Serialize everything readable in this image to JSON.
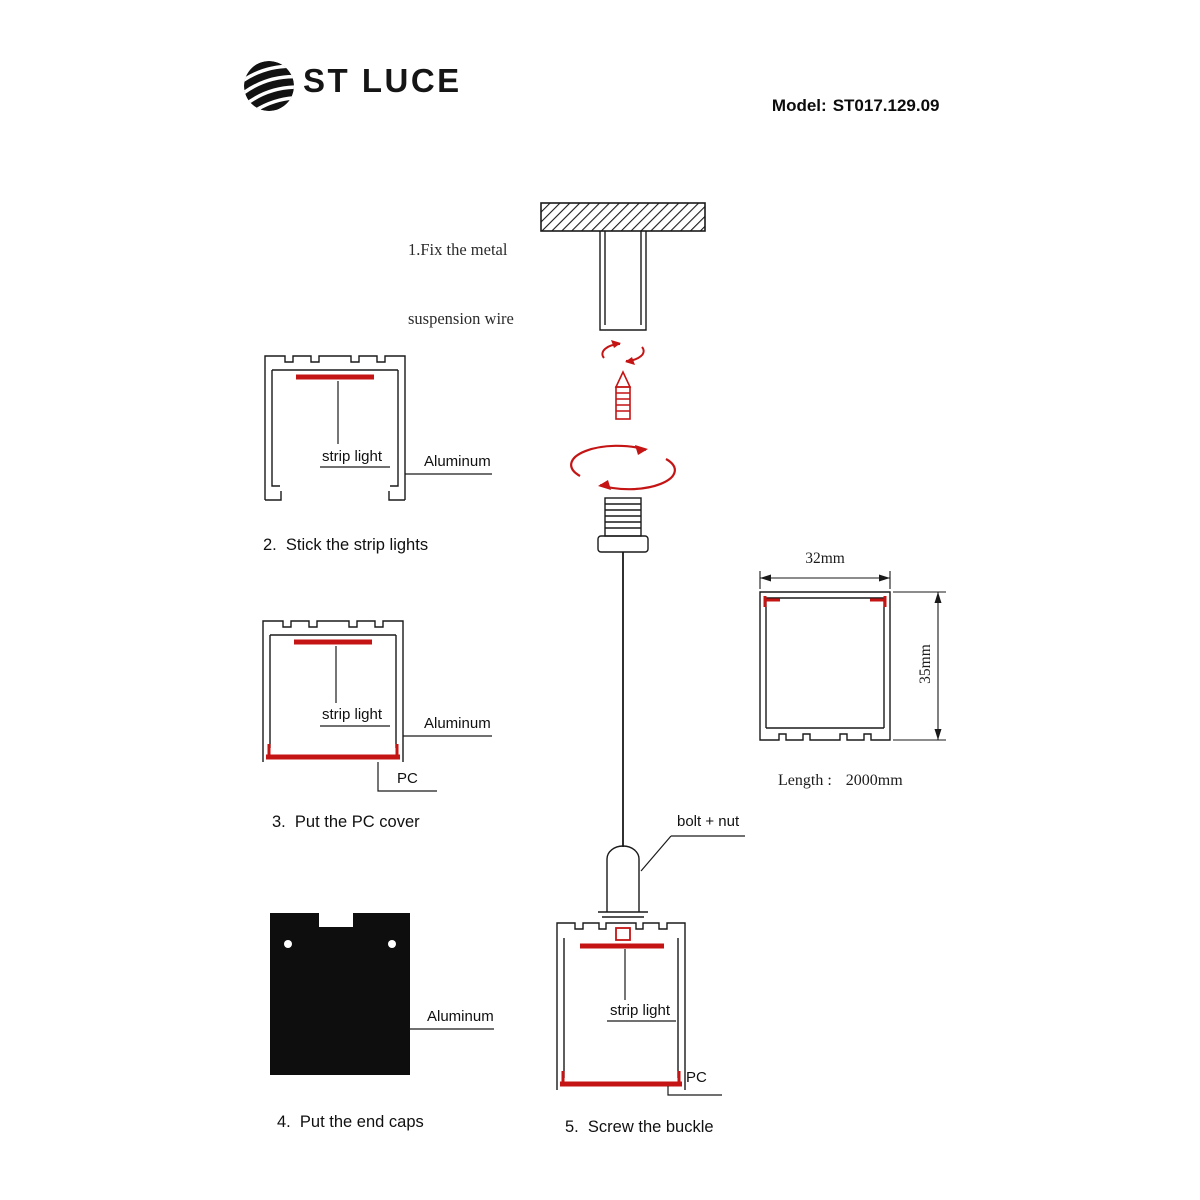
{
  "header": {
    "brand": "ST LUCE",
    "model_label": "Model:",
    "model_value": "ST017.129.09"
  },
  "step1": {
    "note_line1": "1.Fix the metal",
    "note_line2": "suspension wire"
  },
  "step2": {
    "caption": "2.  Stick the strip lights",
    "strip_label": "strip light",
    "aluminum_label": "Aluminum"
  },
  "step3": {
    "caption": "3.  Put the PC cover",
    "strip_label": "strip light",
    "aluminum_label": "Aluminum",
    "pc_label": "PC"
  },
  "step4": {
    "caption": "4.  Put the end caps",
    "aluminum_label": "Aluminum"
  },
  "step5": {
    "caption": "5.  Screw the buckle",
    "bolt_label": "bolt + nut",
    "strip_label": "strip light",
    "pc_label": "PC"
  },
  "dimensions": {
    "width_label": "32mm",
    "height_label": "35mm",
    "length_label": "Length :",
    "length_value": "2000mm"
  },
  "colors": {
    "accent_red": "#c41414",
    "ink": "#1a1a1a"
  }
}
